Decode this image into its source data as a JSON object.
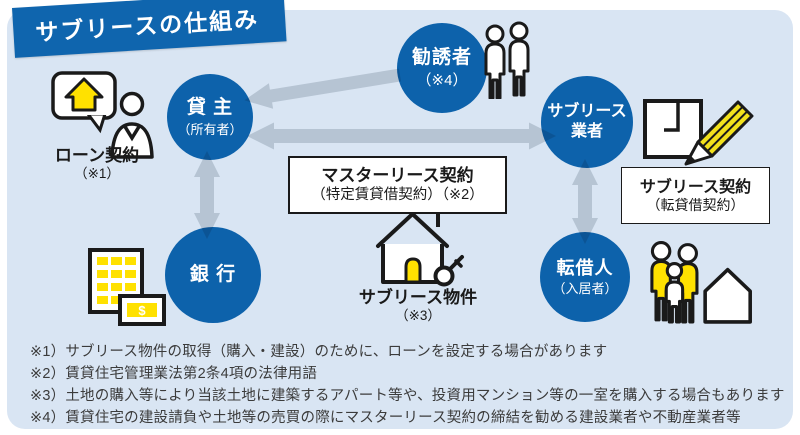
{
  "title_banner": "サブリースの仕組み",
  "nodes": {
    "landlord": {
      "label": "貸 主",
      "sublabel": "（所有者）"
    },
    "recruiter": {
      "label": "勧誘者",
      "sublabel": "（※4）"
    },
    "sublease_company": {
      "label_line1": "サブリース",
      "label_line2": "業者"
    },
    "bank": {
      "label": "銀 行"
    },
    "subtenant": {
      "label": "転借人",
      "sublabel": "（入居者）"
    }
  },
  "callouts": {
    "loan_contract": {
      "label": "ローン契約",
      "note": "（※1）"
    },
    "master_lease_contract": {
      "label": "マスターリース契約",
      "sublabel": "（特定賃貸借契約）（※2）"
    },
    "sublease_contract": {
      "label": "サブリース契約",
      "sublabel": "（転貸借契約）"
    },
    "sublease_property": {
      "label": "サブリース物件",
      "note": "（※3）"
    },
    "money_symbol": "$"
  },
  "footnotes": [
    "※1）サブリース物件の取得（購入・建設）のために、ローンを設定する場合があります",
    "※2）賃貸住宅管理業法第2条4項の法律用語",
    "※3）土地の購入等により当該土地に建築するアパート等や、投資用マンション等の一室を購入する場合もあります",
    "※4）賃貸住宅の建設請負や土地等の売買の際にマスターリース契約の締結を勧める建設業者や不動産業者等"
  ],
  "icons": {
    "loan_owner": "person-with-house-speech-bubble-icon",
    "recruiter": "two-people-icon",
    "sublease_company": "floorplan-and-pencil-icon",
    "bank": "building-and-money-icon",
    "subtenant": "family-and-house-icon",
    "property": "house-with-key-icon"
  },
  "colors": {
    "panel_background": "#d9e5f3",
    "node_blue": "#0d62ab",
    "banner_blue": "#0f65ae",
    "arrow_gray": "#b6c4d4",
    "accent_yellow": "#ffe100",
    "text_dark": "#1a1a1a"
  }
}
